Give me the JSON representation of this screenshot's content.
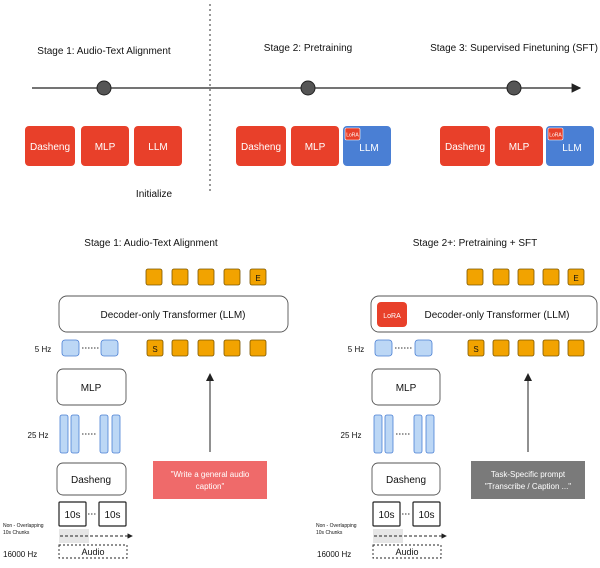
{
  "top": {
    "stages": [
      "Stage 1: Audio-Text Alignment",
      "Stage 2: Pretraining",
      "Stage 3: Supervised Finetuning (SFT)"
    ],
    "initialize": "Initialize",
    "blocks": {
      "dasheng": "Dasheng",
      "mlp": "MLP",
      "llm": "LLM",
      "lora": "LoRA"
    }
  },
  "bottom": {
    "left_title": "Stage 1: Audio-Text Alignment",
    "right_title": "Stage 2+: Pretraining + SFT",
    "decoder": "Decoder-only Transformer (LLM)",
    "lora": "LoRA",
    "end_token": "E",
    "start_token": "S",
    "rate_5hz": "5 Hz",
    "rate_25hz": "25 Hz",
    "rate_16k": "16000 Hz",
    "mlp": "MLP",
    "dasheng": "Dasheng",
    "chunk": "10s",
    "chunks_note_line1": "Non - Overlapping",
    "chunks_note_line2": "10s Chunks",
    "audio": "Audio",
    "prompt_left_line1": "\"Write a general audio",
    "prompt_left_line2": "caption\"",
    "prompt_right_line1": "Task-Specific prompt",
    "prompt_right_line2": "\"Transcribe / Caption ...\""
  },
  "colors": {
    "red": "#e8402a",
    "blue": "#4a7fd4",
    "orange": "#f2a300",
    "light_blue": "#bcd7f5",
    "pink": "#ef6a6a",
    "gray": "#7a7a7a"
  }
}
